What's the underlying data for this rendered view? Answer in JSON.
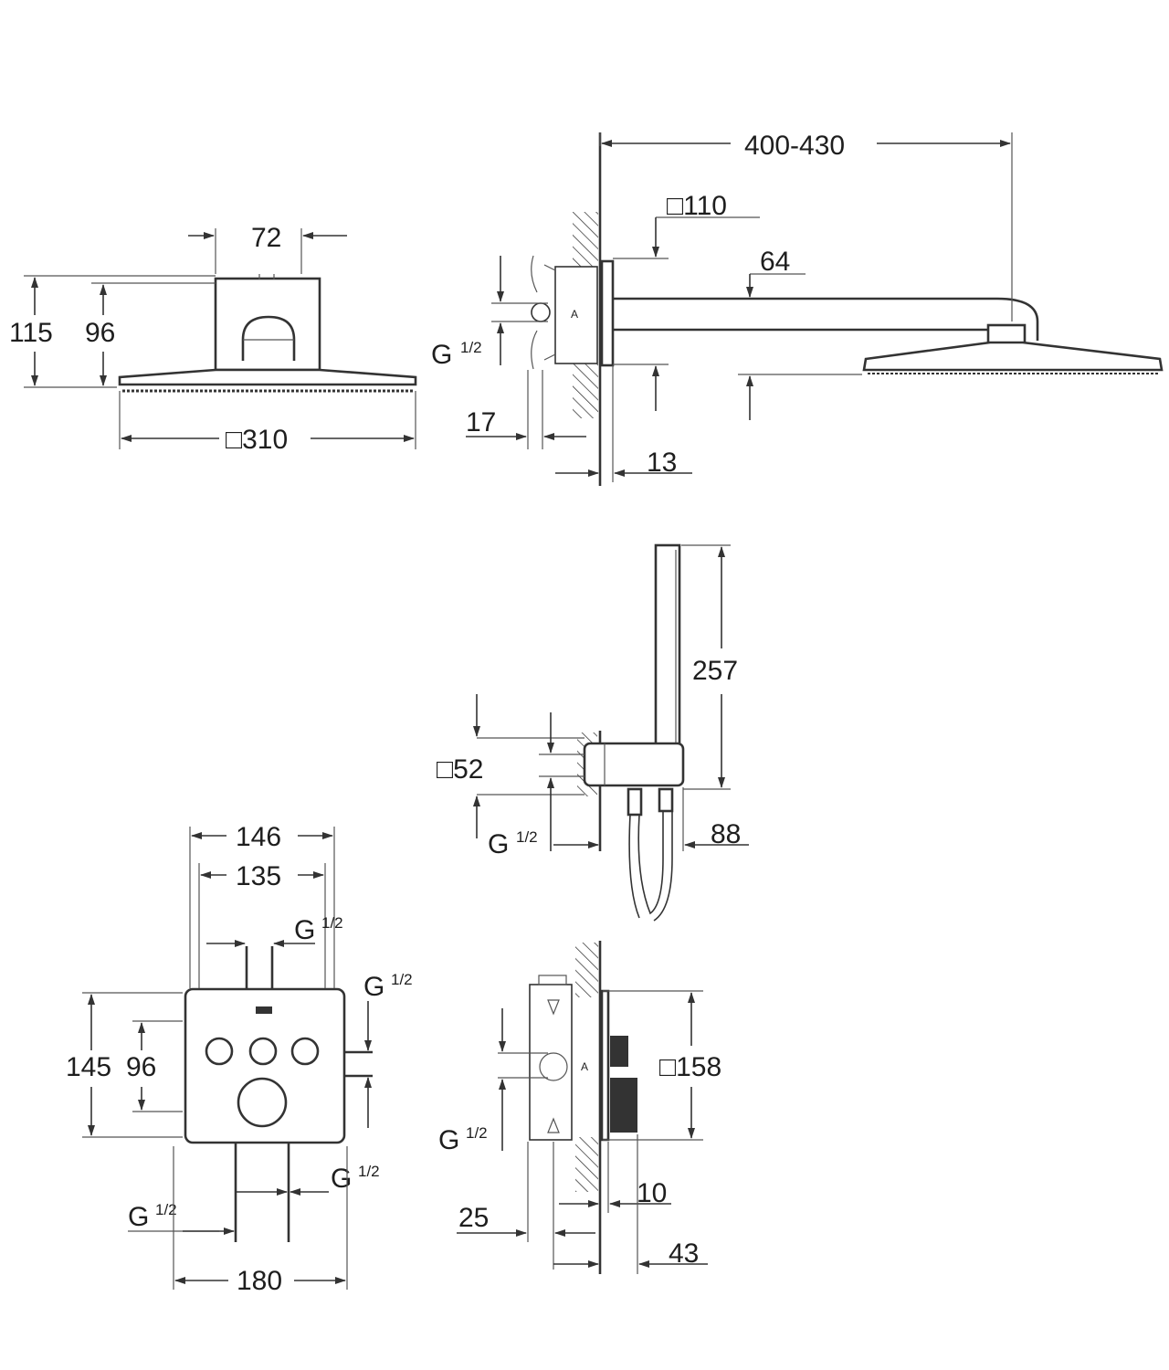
{
  "dimensions": {
    "head_front": {
      "mount_width": "72",
      "total_height": "115",
      "head_height": "96",
      "plate_square": "□310"
    },
    "head_side": {
      "arm_reach": "400-430",
      "rosette_square": "□110",
      "arm_height": "64",
      "thread": "G",
      "thread_fraction": "1/2",
      "wall_depth": "17",
      "rosette_depth": "13"
    },
    "hand_shower": {
      "length": "257",
      "bracket_square": "□52",
      "thread": "G",
      "thread_fraction": "1/2",
      "projection": "88"
    },
    "thermostat_front": {
      "outer_width": "146",
      "inner_width": "135",
      "height": "145",
      "inner_height": "96",
      "body_width": "180",
      "thread_top": "G",
      "thread_top_fraction": "1/2",
      "thread_right": "G",
      "thread_right_fraction": "1/2",
      "thread_bottom_right": "G",
      "thread_bottom_right_fraction": "1/2",
      "thread_bottom_left": "G",
      "thread_bottom_left_fraction": "1/2"
    },
    "thermostat_side": {
      "plate_square": "□158",
      "thread": "G",
      "thread_fraction": "1/2",
      "body_depth": "25",
      "plate_thickness": "10",
      "knob_projection": "43"
    }
  }
}
